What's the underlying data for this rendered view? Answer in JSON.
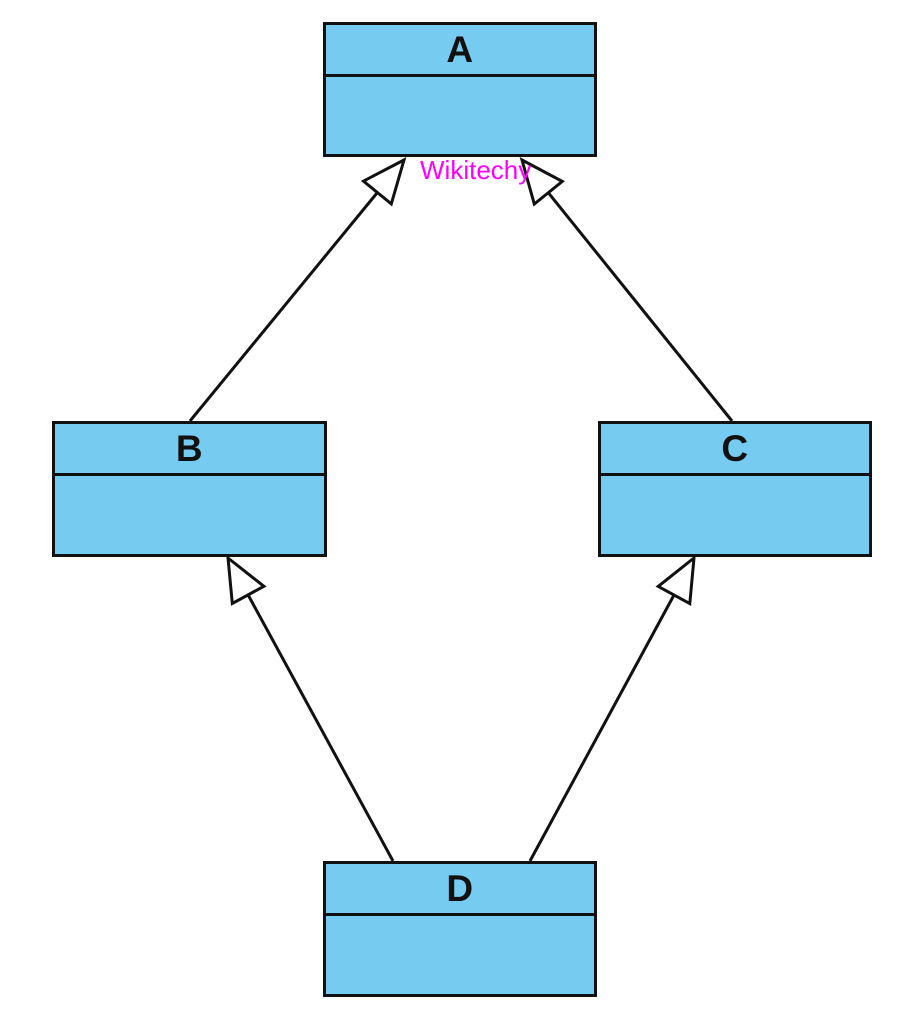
{
  "diagram": {
    "kind": "uml-class-diagram",
    "watermark": {
      "text": "Wikitechy",
      "color": "#ff00ff"
    },
    "colors": {
      "class_fill": "#76cbf0",
      "stroke": "#111111",
      "arrowhead_fill": "#ffffff",
      "background": "#ffffff"
    },
    "classes": [
      {
        "label": "A"
      },
      {
        "label": "B"
      },
      {
        "label": "C"
      },
      {
        "label": "D"
      }
    ],
    "relations": [
      {
        "from": "B",
        "to": "A",
        "type": "generalization"
      },
      {
        "from": "C",
        "to": "A",
        "type": "generalization"
      },
      {
        "from": "D",
        "to": "B",
        "type": "generalization"
      },
      {
        "from": "D",
        "to": "C",
        "type": "generalization"
      }
    ]
  }
}
